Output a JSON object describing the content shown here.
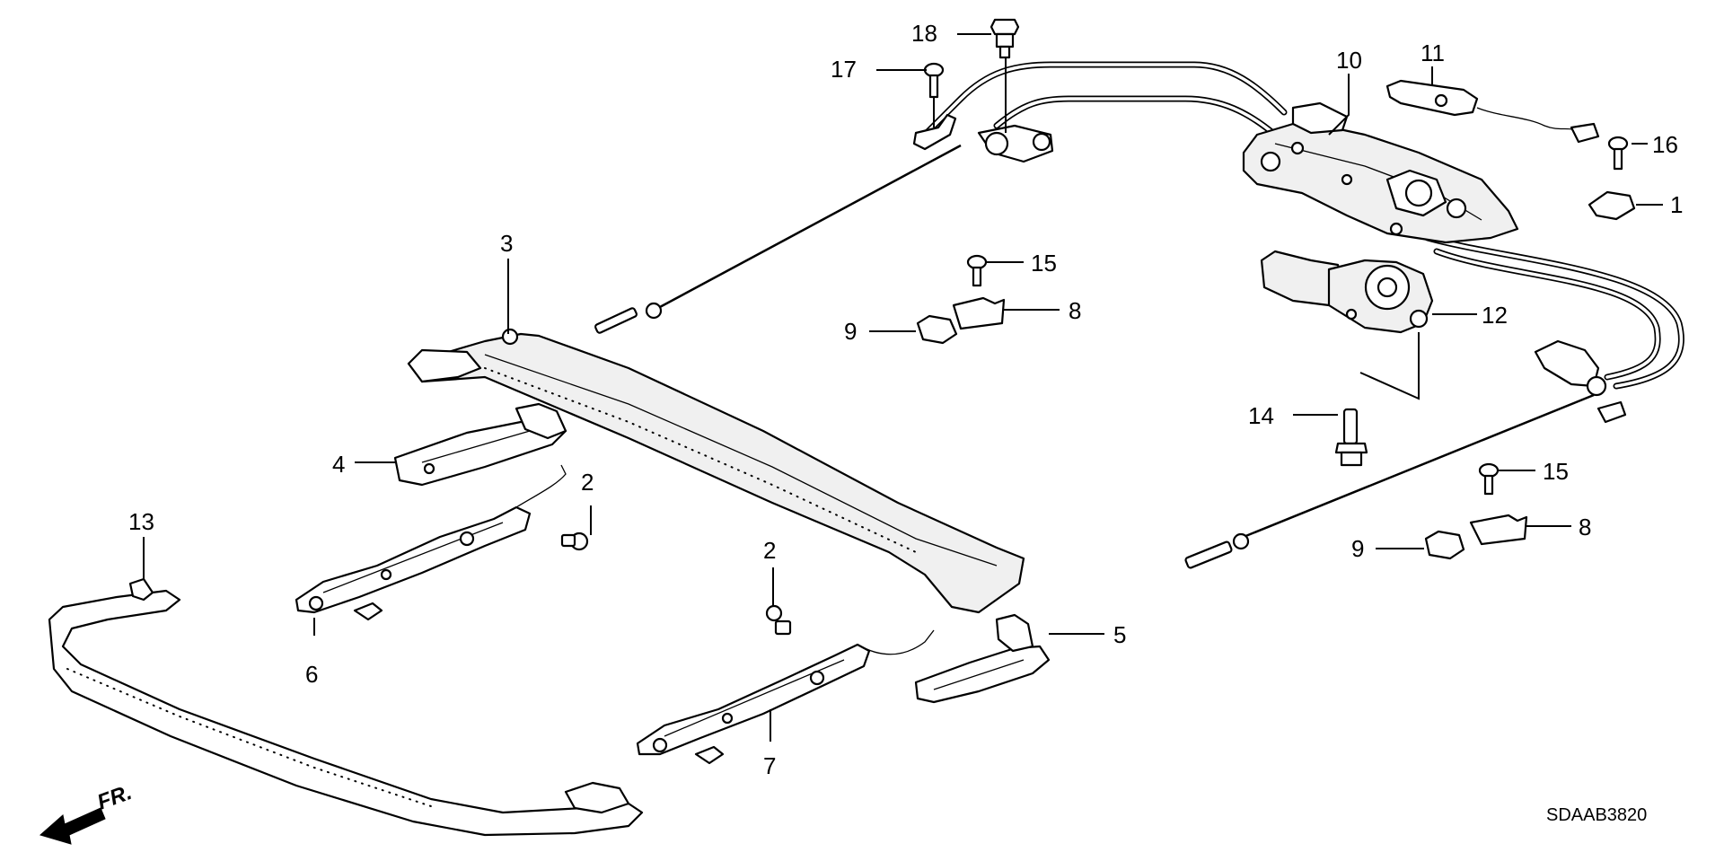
{
  "diagram": {
    "part_numbers": {
      "p1": "1",
      "p2a": "2",
      "p2b": "2",
      "p3": "3",
      "p4": "4",
      "p5": "5",
      "p6": "6",
      "p7": "7",
      "p8a": "8",
      "p8b": "8",
      "p9a": "9",
      "p9b": "9",
      "p10": "10",
      "p11": "11",
      "p12": "12",
      "p13": "13",
      "p14": "14",
      "p15a": "15",
      "p15b": "15",
      "p16": "16",
      "p17": "17",
      "p18": "18"
    },
    "direction_label": "FR.",
    "diagram_code": "SDAAB3820"
  }
}
